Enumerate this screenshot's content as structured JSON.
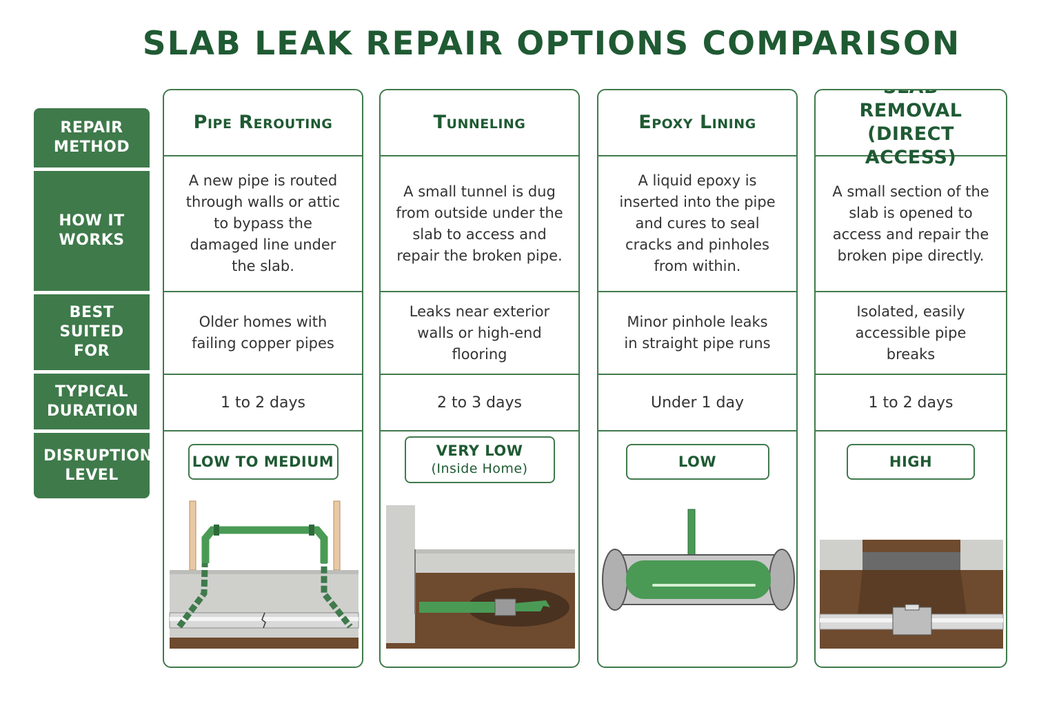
{
  "title": "SLAB LEAK REPAIR OPTIONS COMPARISON",
  "row_headers": [
    "REPAIR METHOD",
    "HOW IT WORKS",
    "BEST SUITED FOR",
    "TYPICAL DURATION",
    "DISRUPTION LEVEL"
  ],
  "methods": [
    {
      "name": "Pipe Rerouting",
      "how": "A new pipe is routed through walls or attic to bypass the damaged line under the slab.",
      "best": "Older homes with failing copper pipes",
      "duration": "1 to 2 days",
      "disruption": "LOW TO MEDIUM",
      "disruption_note": ""
    },
    {
      "name": "Tunneling",
      "how": "A small tunnel is dug from outside under the slab to access and repair the broken pipe.",
      "best": "Leaks near exterior walls or high-end flooring",
      "duration": "2 to 3 days",
      "disruption": "VERY LOW",
      "disruption_note": "(Inside Home)"
    },
    {
      "name": "Epoxy Lining",
      "how": "A liquid epoxy is inserted into the pipe and cures to seal cracks and pinholes from within.",
      "best": "Minor pinhole leaks in straight pipe runs",
      "duration": "Under 1 day",
      "disruption": "LOW",
      "disruption_note": ""
    },
    {
      "name": "SLAB REMOVAL (DIRECT ACCESS)",
      "how": "A small section of the slab is opened to access and repair the broken pipe directly.",
      "best": "Isolated, easily accessible pipe breaks",
      "duration": "1 to 2 days",
      "disruption": "HIGH",
      "disruption_note": ""
    }
  ],
  "colors": {
    "brand": "#3f7a4b",
    "title": "#1f5a33",
    "pipe_green": "#4a9a55",
    "concrete": "#c9c9c6",
    "soil": "#6e4a2e"
  }
}
